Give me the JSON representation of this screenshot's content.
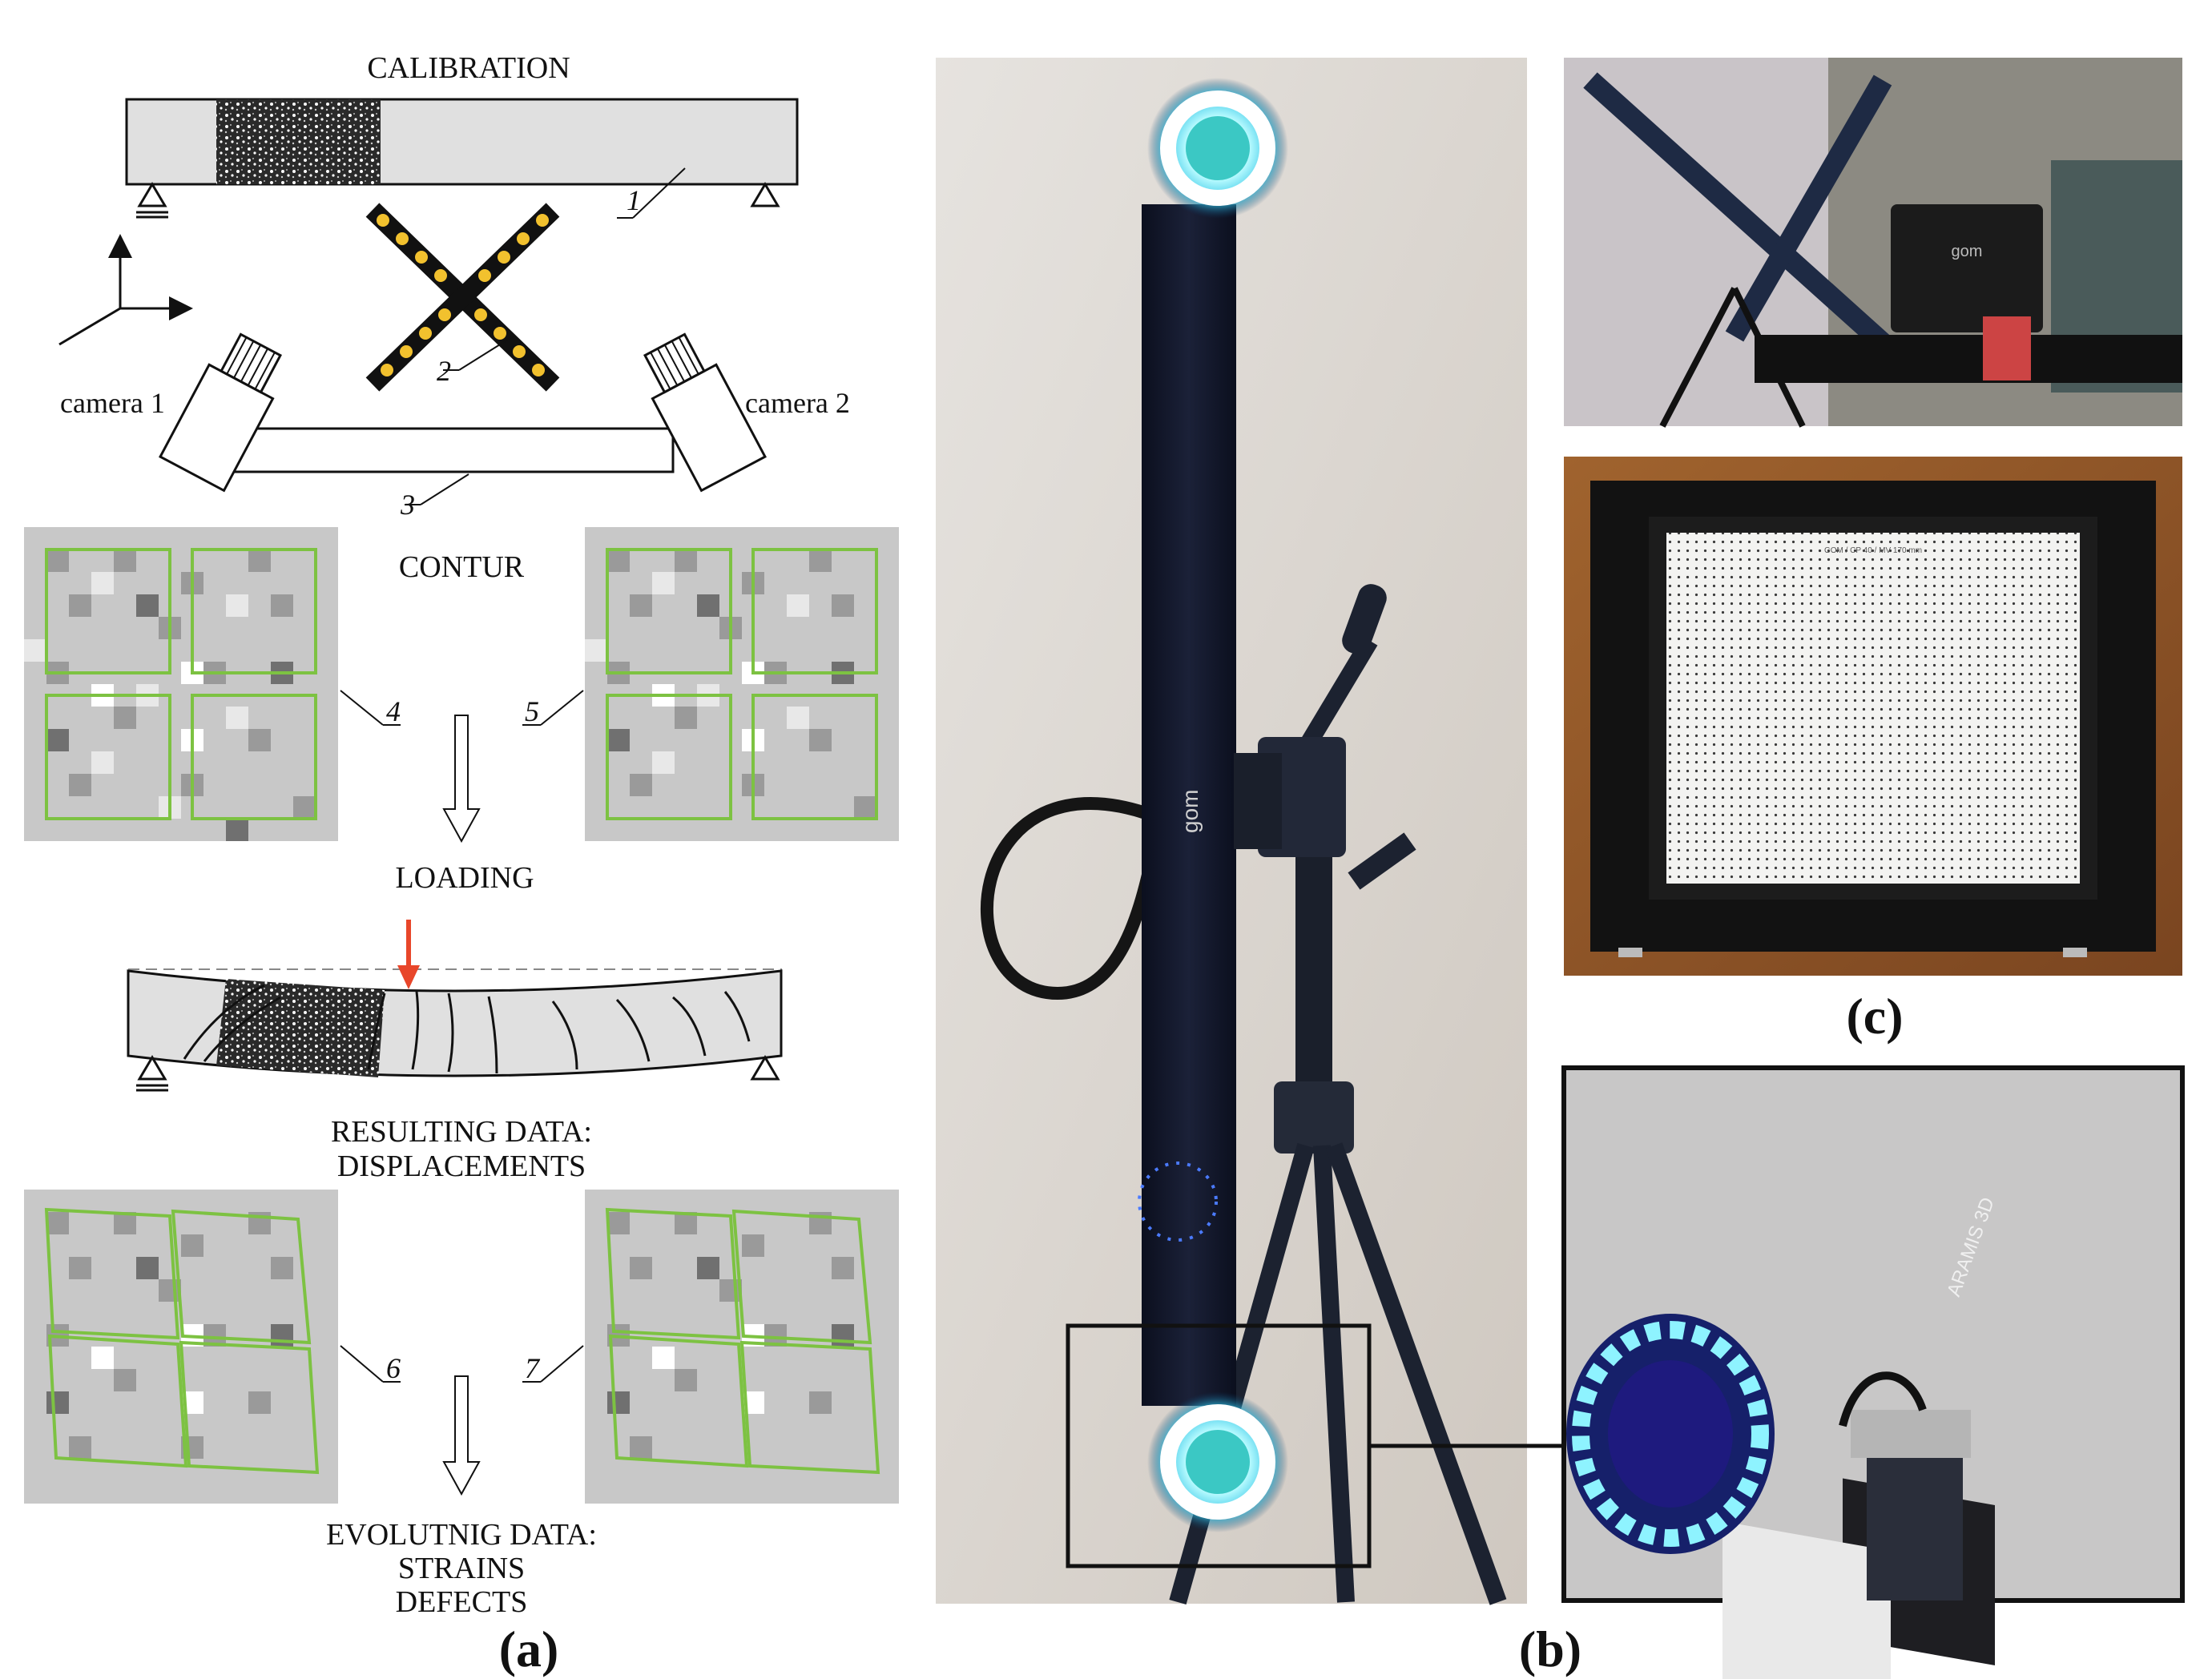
{
  "panel_a": {
    "calibration": "CALIBRATION",
    "camera1": "camera 1",
    "camera2": "camera 2",
    "contur": "CONTUR",
    "loading": "LOADING",
    "resulting_line1": "RESULTING DATA:",
    "resulting_line2": "DISPLACEMENTS",
    "evolving_line1": "EVOLUTNIG DATA:",
    "evolving_line2": "STRAINS",
    "evolving_line3": "DEFECTS",
    "callouts": [
      "1",
      "2",
      "3",
      "4",
      "5",
      "6",
      "7"
    ],
    "label": "(a)"
  },
  "panel_b": {
    "label": "(b)",
    "bar_brand": "gom"
  },
  "panel_c": {
    "label": "(c)",
    "case_brand": "gom",
    "plate_caption": "GOM / CP 40 / MV 170 mm",
    "sensor_brand": "ARAMIS 3D"
  },
  "colors": {
    "grid_overlay": "#7dc242",
    "load_arrow": "#e8462a",
    "speckle": "#1a1a1a",
    "beam_fill": "#e0e0e0",
    "led_ring": "#8ef3ff",
    "background_wall": "#d9d4cf"
  }
}
